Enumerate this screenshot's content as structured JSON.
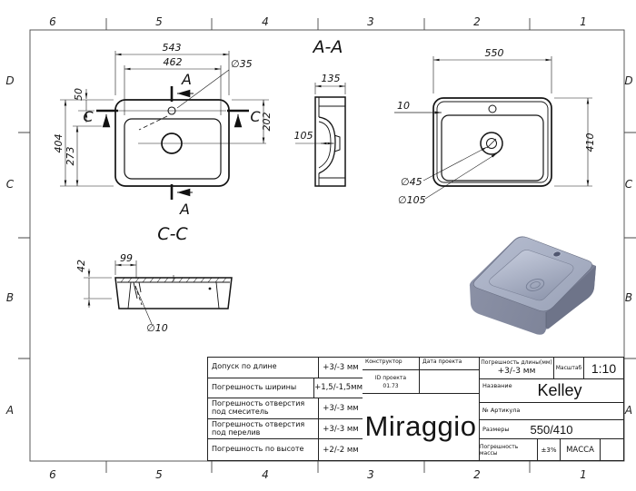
{
  "frame": {
    "cols": [
      "6",
      "5",
      "4",
      "3",
      "2",
      "1"
    ],
    "rows": [
      "D",
      "C",
      "B",
      "A"
    ]
  },
  "plan_left": {
    "dim_width_outer": "543",
    "dim_width_inner": "462",
    "dim_faucet_hole": "∅35",
    "dim_rim_offset": "50",
    "dim_height_outer": "404",
    "dim_height_inner": "273",
    "dim_drain_from_top": "202",
    "section_a": "A",
    "section_c": "C"
  },
  "section_aa": {
    "title": "A-A",
    "dim_height": "135",
    "dim_basin_depth": "105"
  },
  "plan_right": {
    "dim_width": "550",
    "dim_height": "410",
    "dim_rim": "10",
    "dim_drain_inner": "∅45",
    "dim_drain_outer": "∅105"
  },
  "section_cc": {
    "title": "C-C",
    "dim_rim_height": "42",
    "dim_overflow_offset": "99",
    "dim_overflow_hole": "∅10"
  },
  "title_block": {
    "tolerances": [
      {
        "label": "Допуск по длине",
        "value": "+3/-3 мм"
      },
      {
        "label": "Погрешность ширины",
        "value": "+1,5/-1,5мм"
      },
      {
        "label": "Погрешность отверстия под смеситель",
        "value": "+3/-3 мм"
      },
      {
        "label": "Погрешность отверстия под перелив",
        "value": "+3/-3 мм"
      },
      {
        "label": "Погрешность по высоте",
        "value": "+2/-2 мм"
      }
    ],
    "constructor_label": "Конструктор",
    "project_date_label": "Дата проекта",
    "project_id_line1": "ID проекта",
    "project_id_line2": "01.73",
    "brand": "Miraggio",
    "length_tolerance_label": "Погрешность длины(мм)",
    "length_tolerance_value": "+3/-3 мм",
    "scale_label": "Масштаб",
    "scale_value": "1:10",
    "name_label": "Название",
    "product_name": "Kelley",
    "sku_label": "№ Артикула",
    "size_label": "Размеры",
    "size_value": "550/410",
    "mass_tolerance_label": "Погрешность массы",
    "mass_tolerance_value": "±3%",
    "mass_label": "МАССА"
  }
}
